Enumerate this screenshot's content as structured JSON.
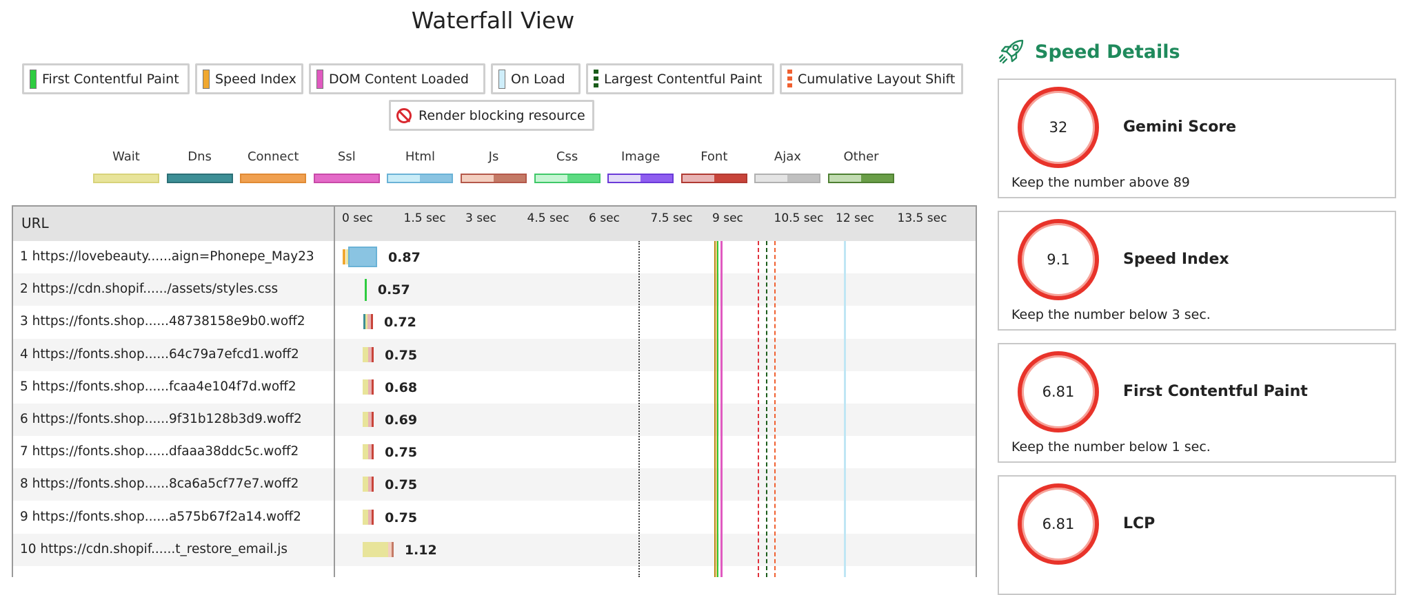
{
  "title": "Waterfall View",
  "legend_markers": [
    {
      "label": "First Contentful Paint",
      "color": "#2ecc40"
    },
    {
      "label": "Speed Index",
      "color": "#f0a830"
    },
    {
      "label": "DOM Content Loaded",
      "color": "#e05ac0"
    },
    {
      "label": "On Load",
      "color": "#cfeefa"
    },
    {
      "label": "Largest Contentful Paint",
      "color": "#1a5c1a"
    },
    {
      "label": "Cumulative Layout Shift",
      "color": "#f06030"
    }
  ],
  "render_blocking_label": "Render blocking resource",
  "resource_types": [
    {
      "label": "Wait",
      "colors": [
        "#e8e49a"
      ],
      "border": "#d8d37a"
    },
    {
      "label": "Dns",
      "colors": [
        "#3d8f96"
      ],
      "border": "#2c7077"
    },
    {
      "label": "Connect",
      "colors": [
        "#f0a050"
      ],
      "border": "#e08a34"
    },
    {
      "label": "Ssl",
      "colors": [
        "#e46ac8"
      ],
      "border": "#c84aa8"
    },
    {
      "label": "Html",
      "colors": [
        "#c9ecf7",
        "#8ac4e2"
      ],
      "border": "#6ab2d6"
    },
    {
      "label": "Js",
      "colors": [
        "#f3cfc0",
        "#c47a66"
      ],
      "border": "#b4584a"
    },
    {
      "label": "Css",
      "colors": [
        "#c6f5d3",
        "#5ddb82"
      ],
      "border": "#3fc868"
    },
    {
      "label": "Image",
      "colors": [
        "#e3dcf7",
        "#8f5ef0"
      ],
      "border": "#6a3ad8"
    },
    {
      "label": "Font",
      "colors": [
        "#e8b4b4",
        "#c8443a"
      ],
      "border": "#b03a32"
    },
    {
      "label": "Ajax",
      "colors": [
        "#e4e4e4",
        "#c0c0c0"
      ],
      "border": "#b0b0b0"
    },
    {
      "label": "Other",
      "colors": [
        "#c2dcb2",
        "#6a9e48"
      ],
      "border": "#4e8032"
    }
  ],
  "waterfall": {
    "url_header": "URL",
    "ticks": [
      "0 sec",
      "1.5 sec",
      "3 sec",
      "4.5 sec",
      "6 sec",
      "7.5 sec",
      "9 sec",
      "10.5 sec",
      "12 sec",
      "13.5 sec"
    ],
    "scale_sec_per_tick": 1.5,
    "rows": [
      {
        "url": "1 https://lovebeauty......aign=Phonepe_May23",
        "duration": "0.87",
        "start": 0.1,
        "type": "html",
        "wait": 0.05
      },
      {
        "url": "2 https://cdn.shopif....../assets/styles.css",
        "duration": "0.57",
        "start": 0.55,
        "type": "css",
        "wait": 0.0
      },
      {
        "url": "3 https://fonts.shop......48738158e9b0.woff2",
        "duration": "0.72",
        "start": 0.52,
        "type": "font",
        "wait": 0.1
      },
      {
        "url": "4 https://fonts.shop......64c79a7efcd1.woff2",
        "duration": "0.75",
        "start": 0.5,
        "type": "font",
        "wait": 0.14
      },
      {
        "url": "5 https://fonts.shop......fcaa4e104f7d.woff2",
        "duration": "0.68",
        "start": 0.5,
        "type": "font",
        "wait": 0.14
      },
      {
        "url": "6 https://fonts.shop......9f31b128b3d9.woff2",
        "duration": "0.69",
        "start": 0.5,
        "type": "font",
        "wait": 0.14
      },
      {
        "url": "7 https://fonts.shop......dfaaa38ddc5c.woff2",
        "duration": "0.75",
        "start": 0.5,
        "type": "font",
        "wait": 0.14
      },
      {
        "url": "8 https://fonts.shop......8ca6a5cf77e7.woff2",
        "duration": "0.75",
        "start": 0.5,
        "type": "font",
        "wait": 0.14
      },
      {
        "url": "9 https://fonts.shop......a575b67f2a14.woff2",
        "duration": "0.75",
        "start": 0.5,
        "type": "font",
        "wait": 0.14
      },
      {
        "url": "10 https://cdn.shopif......t_restore_email.js",
        "duration": "1.12",
        "start": 0.5,
        "type": "js",
        "wait": 0.62
      }
    ],
    "markers_sec": {
      "render_start": 7.2,
      "speed_index": 9.1,
      "first_contentful_paint": 9.12,
      "dom_content_loaded": 9.2,
      "largest_contentful_paint": 10.3,
      "cumulative_layout_shift": 10.5,
      "on_load": 12.2
    }
  },
  "speed_details": {
    "title": "Speed Details",
    "icon": "rocket-icon",
    "cards": [
      {
        "value": "32",
        "name": "Gemini Score",
        "hint": "Keep the number above 89"
      },
      {
        "value": "9.1",
        "name": "Speed Index",
        "hint": "Keep the number below 3 sec."
      },
      {
        "value": "6.81",
        "name": "First Contentful Paint",
        "hint": "Keep the number below 1 sec."
      },
      {
        "value": "6.81",
        "name": "LCP",
        "hint": ""
      }
    ]
  }
}
